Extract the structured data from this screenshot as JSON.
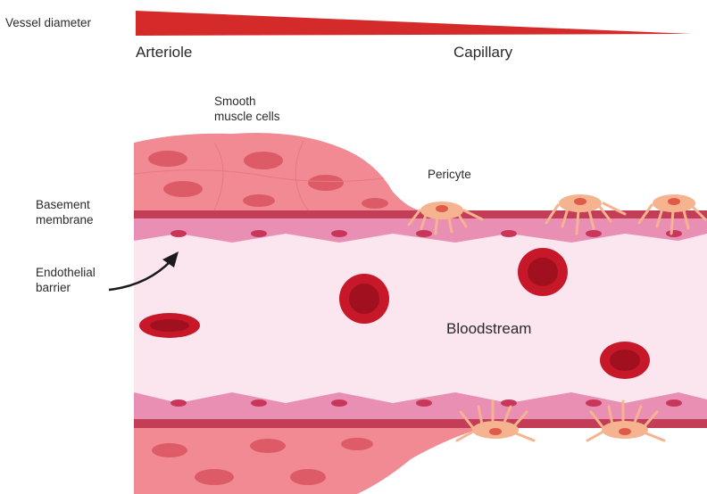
{
  "labels": {
    "vessel_diameter": "Vessel diameter",
    "arteriole": "Arteriole",
    "capillary": "Capillary",
    "smooth_muscle_cells": "Smooth\nmuscle cells",
    "pericyte": "Pericyte",
    "basement_membrane": "Basement\nmembrane",
    "endothelial_barrier": "Endothelial\nbarrier",
    "bloodstream": "Bloodstream"
  },
  "colors": {
    "diameter_wedge": "#d42a2a",
    "lumen": "#fbe5ee",
    "smooth_muscle": "#f28a93",
    "smooth_muscle_nucleus": "#d9535f",
    "basement_membrane": "#c43d57",
    "endothelium": "#ea8fb4",
    "endothelium_nucleus": "#c8365a",
    "pericyte": "#f6b38f",
    "pericyte_nucleus": "#e05a4a",
    "red_blood_cell": "#c7182a",
    "red_blood_cell_center": "#a0101f",
    "arrow": "#1a1a1a"
  }
}
